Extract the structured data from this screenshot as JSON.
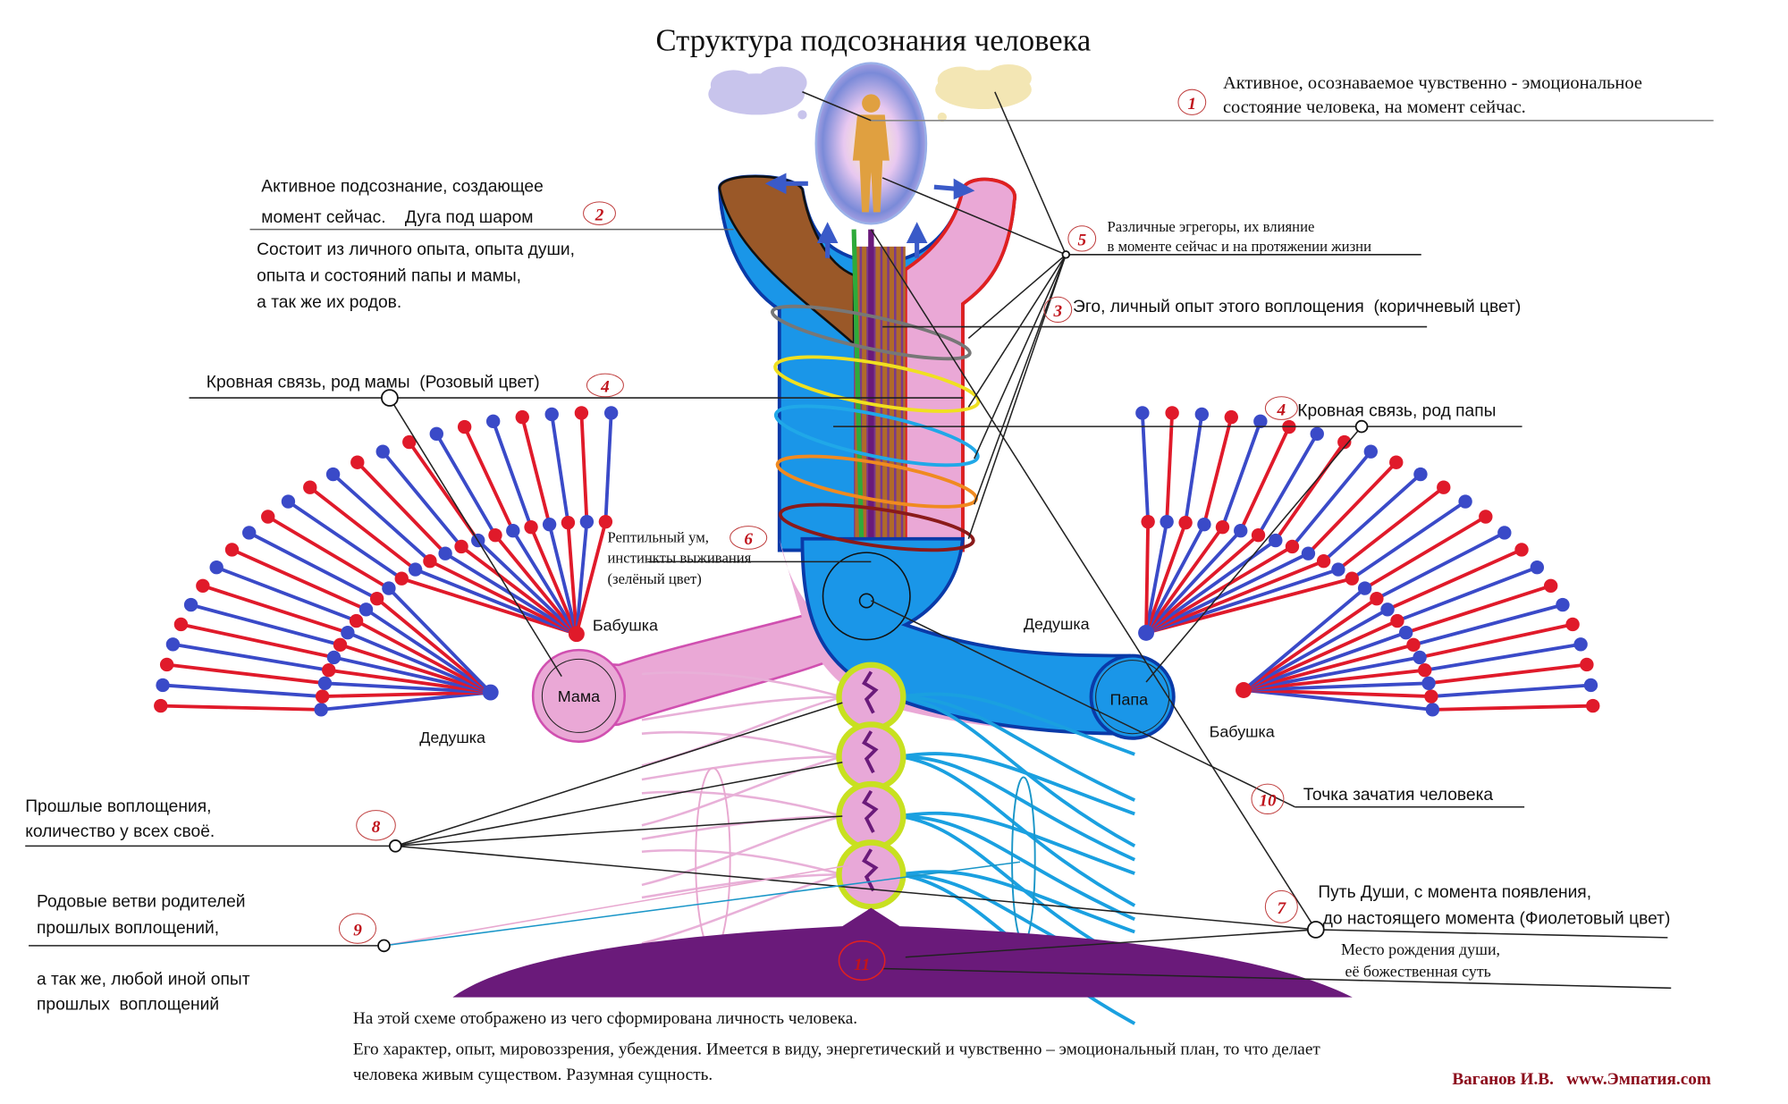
{
  "title": "Структура подсознания человека",
  "colors": {
    "brown": "#8a4a1e",
    "blue": "#1e9be8",
    "pink": "#e9a9d4",
    "purple": "#6a1a7a",
    "green": "#2eaa3a",
    "red_node": "#e01a2a",
    "blue_node": "#3a4ac8",
    "number_red": "#c0141c",
    "author": "#8b0a1a"
  },
  "labels": {
    "n1": {
      "num": "1",
      "line1": "Активное, осознаваемое чувственно - эмоциональное",
      "line2": "состояние человека, на момент сейчас."
    },
    "n2": {
      "num": "2",
      "line1": "Активное подсознание, создающее",
      "line2": "момент сейчас.    Дуга под шаром",
      "desc1": "Состоит из личного опыта, опыта души,",
      "desc2": "опыта и состояний папы и мамы,",
      "desc3": "а так же их родов."
    },
    "n3": {
      "num": "3",
      "text": "Эго, личный опыт этого воплощения  (коричневый цвет)"
    },
    "n4_mother": {
      "num": "4",
      "text": "Кровная связь, род мамы  (Розовый цвет)"
    },
    "n4_father": {
      "num": "4",
      "text": "Кровная связь, род папы"
    },
    "n5": {
      "num": "5",
      "line1": "Различные эгрегоры, их влияние",
      "line2": "в моменте сейчас и на протяжении жизни"
    },
    "n6": {
      "num": "6",
      "line1": "Рептильный ум,",
      "line2": "инстинкты выживания",
      "line3": "(зелёный цвет)"
    },
    "n7": {
      "num": "7",
      "line1": "Путь Души, с момента появления,",
      "line2": " до настоящего момента (Фиолетовый цвет)"
    },
    "n8": {
      "num": "8",
      "line1": "Прошлые воплощения,",
      "line2": "количество у всех своё."
    },
    "n9": {
      "num": "9",
      "line1": "Родовые ветви родителей",
      "line2": "прошлых воплощений,",
      "line3": "а так же, любой иной опыт",
      "line4": "прошлых  воплощений"
    },
    "n10": {
      "num": "10",
      "text": "Точка зачатия человека"
    },
    "n11": {
      "num": "11",
      "line1": "Место рождения души,",
      "line2": " её божественная суть"
    }
  },
  "family": {
    "mother": "Мама",
    "father": "Папа",
    "grandmother_left": "Бабушка",
    "grandfather_left": "Дедушка",
    "grandfather_right": "Дедушка",
    "grandmother_right": "Бабушка"
  },
  "footer": {
    "line1": "На этой схеме отображено из чего сформирована личность человека.",
    "line2": "Его характер, опыт, мировоззрения, убеждения. Имеется в виду, энергетический и чувственно – эмоциональный план, то что делает",
    "line3": "человека живым существом. Разумная сущность.",
    "author": "Ваганов И.В.   www.Эмпатия.com"
  }
}
